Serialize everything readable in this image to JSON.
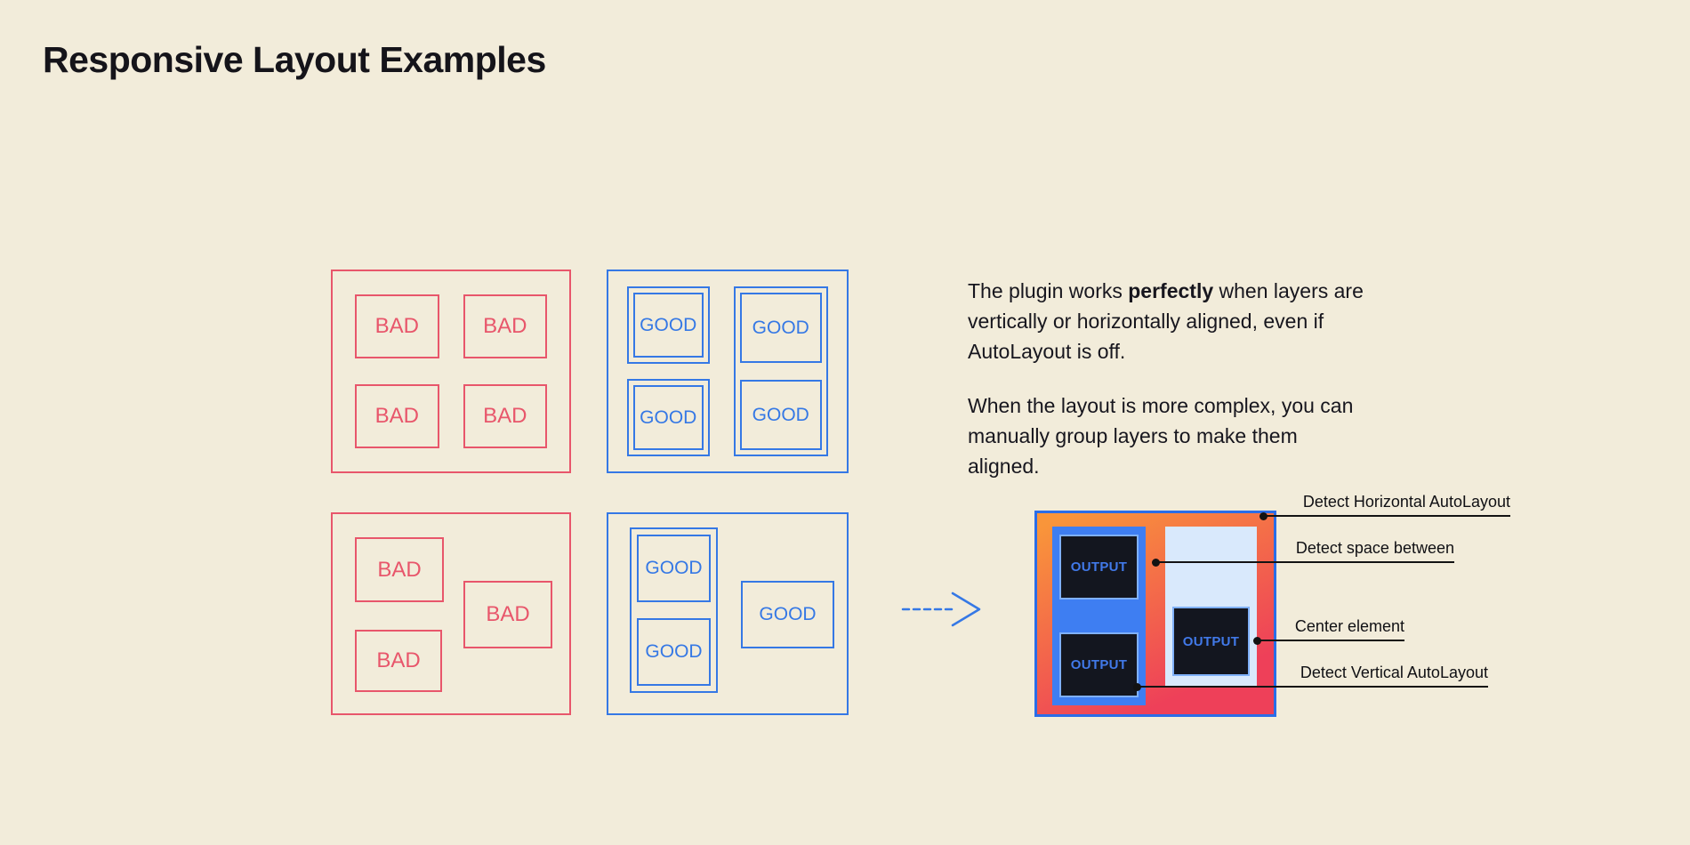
{
  "page": {
    "title": "Responsive Layout Examples"
  },
  "colors": {
    "background": "#f2ecda",
    "bad_red": "#e8566b",
    "good_blue": "#3578e5",
    "gradient_start": "#f9953a",
    "gradient_end": "#ee4059"
  },
  "examples": {
    "bad_aligned": {
      "labels": [
        "BAD",
        "BAD",
        "BAD",
        "BAD"
      ]
    },
    "good_aligned": {
      "labels": [
        "GOOD",
        "GOOD",
        "GOOD",
        "GOOD"
      ]
    },
    "bad_complex": {
      "labels": [
        "BAD",
        "BAD",
        "BAD"
      ]
    },
    "good_complex": {
      "labels": [
        "GOOD",
        "GOOD",
        "GOOD"
      ]
    }
  },
  "description": {
    "p1_before": "The plugin works ",
    "p1_bold": "perfectly",
    "p1_after": " when layers are vertically or horizontally aligned, even if AutoLayout is off.",
    "p2": "When the layout is more complex, you can manually group layers to make them aligned."
  },
  "result": {
    "output_labels": [
      "OUTPUT",
      "OUTPUT",
      "OUTPUT"
    ]
  },
  "annotations": [
    {
      "label": "Detect Horizontal AutoLayout"
    },
    {
      "label": "Detect space between"
    },
    {
      "label": "Center element"
    },
    {
      "label": "Detect Vertical AutoLayout"
    }
  ]
}
